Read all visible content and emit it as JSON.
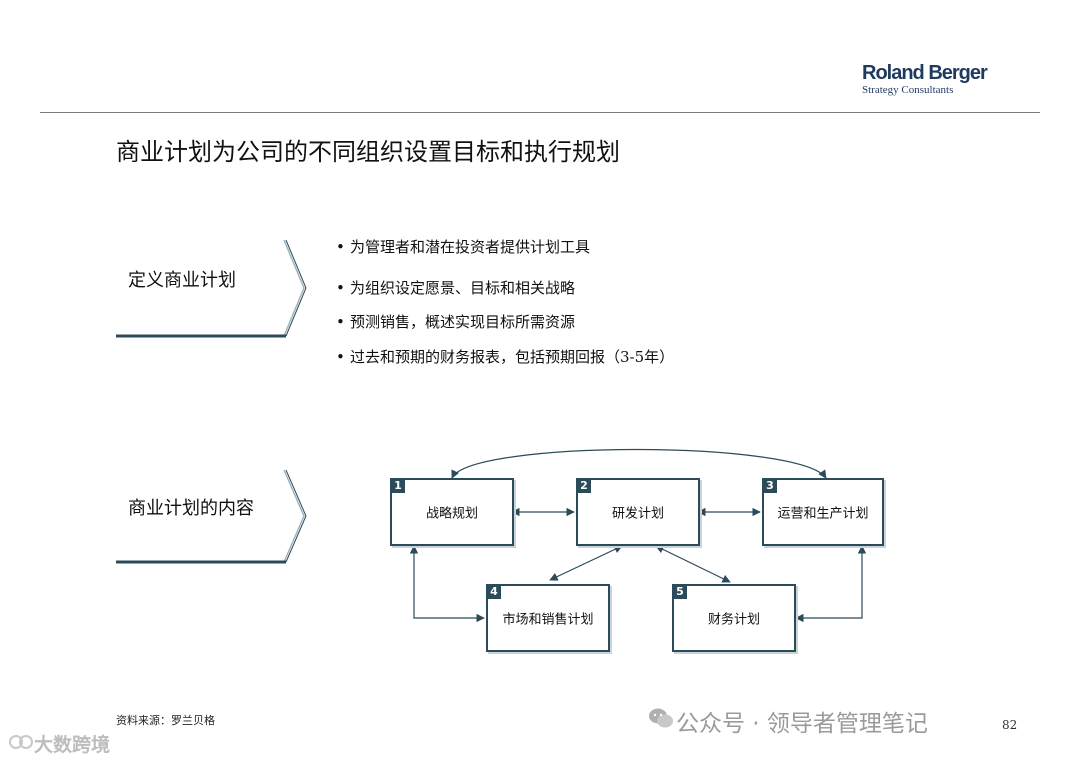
{
  "logo": {
    "brand": "Roland Berger",
    "tagline": "Strategy Consultants"
  },
  "title": "商业计划为公司的不同组织设置目标和执行规划",
  "section1": {
    "label": "定义商业计划",
    "bullets": [
      "为管理者和潜在投资者提供计划工具",
      "为组织设定愿景、目标和相关战略",
      "预测销售，概述实现目标所需资源",
      "过去和预期的财务报表，包括预期回报（3-5年）"
    ]
  },
  "section2": {
    "label": "商业计划的内容",
    "nodes": [
      {
        "num": "1",
        "label": "战略规划"
      },
      {
        "num": "2",
        "label": "研发计划"
      },
      {
        "num": "3",
        "label": "运营和生产计划"
      },
      {
        "num": "4",
        "label": "市场和销售计划"
      },
      {
        "num": "5",
        "label": "财务计划"
      }
    ]
  },
  "footer": {
    "source": "资料来源：罗兰贝格",
    "page": "82"
  },
  "watermarks": {
    "right": "公众号 · 领导者管理笔记",
    "left": "大数跨境"
  },
  "colors": {
    "accent": "#2c4b5a",
    "chevron": "#2c4b5a"
  }
}
